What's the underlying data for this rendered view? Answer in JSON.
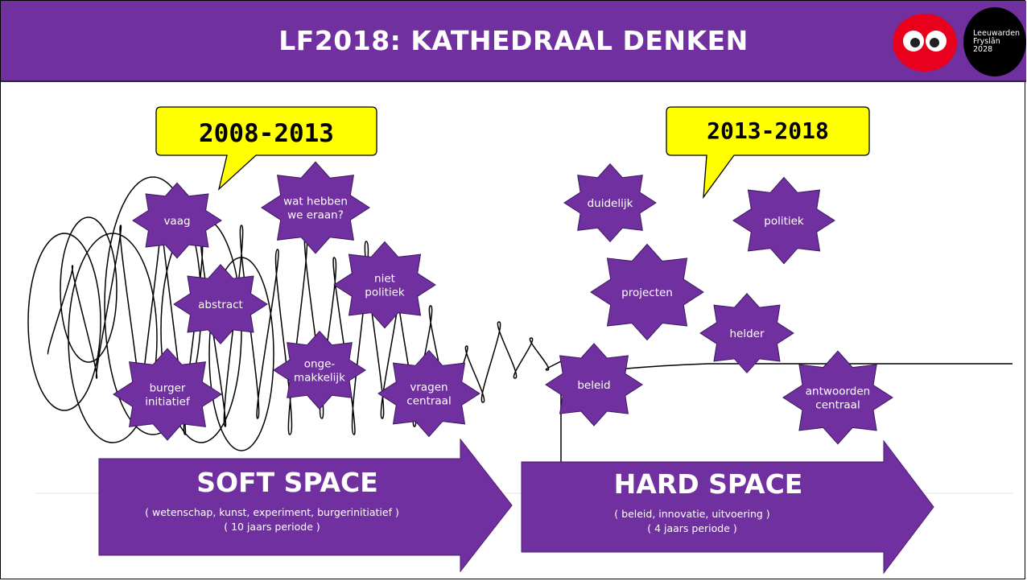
{
  "slide": {
    "title": "LF2018: KATHEDRAAL DENKEN",
    "logo_text": [
      "Leeuwarden",
      "Fryslân",
      "2028"
    ]
  },
  "callouts": [
    {
      "id": "left",
      "text": "2008-2013",
      "color": "#ffff00"
    },
    {
      "id": "right",
      "text": "2013-2018",
      "color": "#ffff00"
    }
  ],
  "soft_stars": [
    {
      "lines": [
        "vaag"
      ]
    },
    {
      "lines": [
        "wat hebben",
        "we eraan?"
      ]
    },
    {
      "lines": [
        "niet",
        "politiek"
      ]
    },
    {
      "lines": [
        "abstract"
      ]
    },
    {
      "lines": [
        "burger",
        "initiatief"
      ]
    },
    {
      "lines": [
        "onge-",
        "makkelijk"
      ]
    },
    {
      "lines": [
        "vragen",
        "centraal"
      ]
    }
  ],
  "hard_stars": [
    {
      "lines": [
        "duidelijk"
      ]
    },
    {
      "lines": [
        "politiek"
      ]
    },
    {
      "lines": [
        "projecten"
      ]
    },
    {
      "lines": [
        "helder"
      ]
    },
    {
      "lines": [
        "beleid"
      ]
    },
    {
      "lines": [
        "antwoorden",
        "centraal"
      ]
    }
  ],
  "arrows": [
    {
      "title": "SOFT SPACE",
      "sub": [
        "( wetenschap, kunst, experiment, burgerinitiatief )",
        "( 10 jaars periode )"
      ]
    },
    {
      "title": "HARD SPACE",
      "sub": [
        "( beleid, innovatie, uitvoering )",
        "( 4 jaars periode )"
      ]
    }
  ],
  "colors": {
    "purple": "#7030a0",
    "callout": "#ffff00",
    "owl_red": "#e8001c"
  }
}
